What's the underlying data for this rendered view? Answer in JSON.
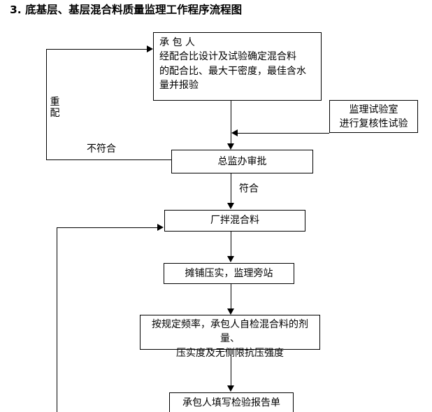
{
  "page": {
    "title": "3.  底基层、基层混合料质量监理工作程序流程图"
  },
  "flowchart": {
    "type": "flowchart",
    "nodes": [
      {
        "id": "contractor-mix-design",
        "name": "contractor-mix-design-box",
        "lines": [
          "承  包  人",
          "经配合比设计及试验确定混合料",
          "的配合比、最大干密度，最佳含水",
          "量并报验"
        ]
      },
      {
        "id": "supervision-lab",
        "name": "supervision-lab-box",
        "lines": [
          "监理试验室",
          "进行复核性试验"
        ]
      },
      {
        "id": "chief-office-approval",
        "name": "chief-office-approval-box",
        "lines": [
          "总监办审批"
        ]
      },
      {
        "id": "plant-mixing",
        "name": "plant-mixing-box",
        "lines": [
          "厂拌混合料"
        ]
      },
      {
        "id": "paving-compaction",
        "name": "paving-compaction-box",
        "lines": [
          "摊铺压实，监理旁站"
        ]
      },
      {
        "id": "self-inspection",
        "name": "self-inspection-box",
        "lines": [
          "按规定频率，承包人自检混合料的剂量、",
          "压实度及无侧限抗压强度"
        ]
      },
      {
        "id": "inspection-report",
        "name": "inspection-report-box",
        "lines": [
          "承包人填写检验报告单"
        ]
      }
    ],
    "edge_labels": {
      "re_mix": "重配",
      "non_conforming": "不符合",
      "conforming": "符合"
    }
  }
}
